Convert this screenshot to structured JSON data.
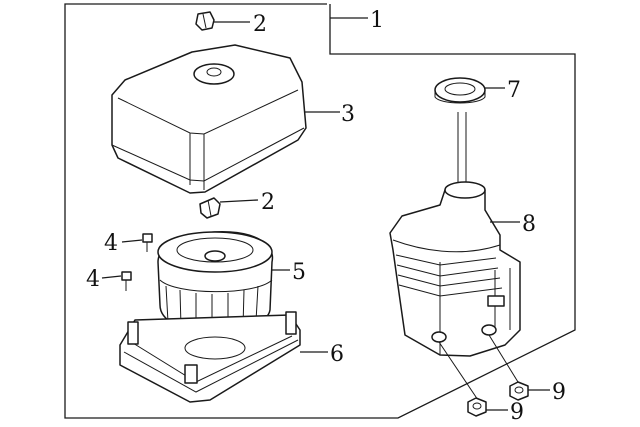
{
  "callouts": {
    "c1": "1",
    "c2a": "2",
    "c2b": "2",
    "c3": "3",
    "c4a": "4",
    "c4b": "4",
    "c5": "5",
    "c6": "6",
    "c7": "7",
    "c8": "8",
    "c9a": "9",
    "c9b": "9"
  }
}
